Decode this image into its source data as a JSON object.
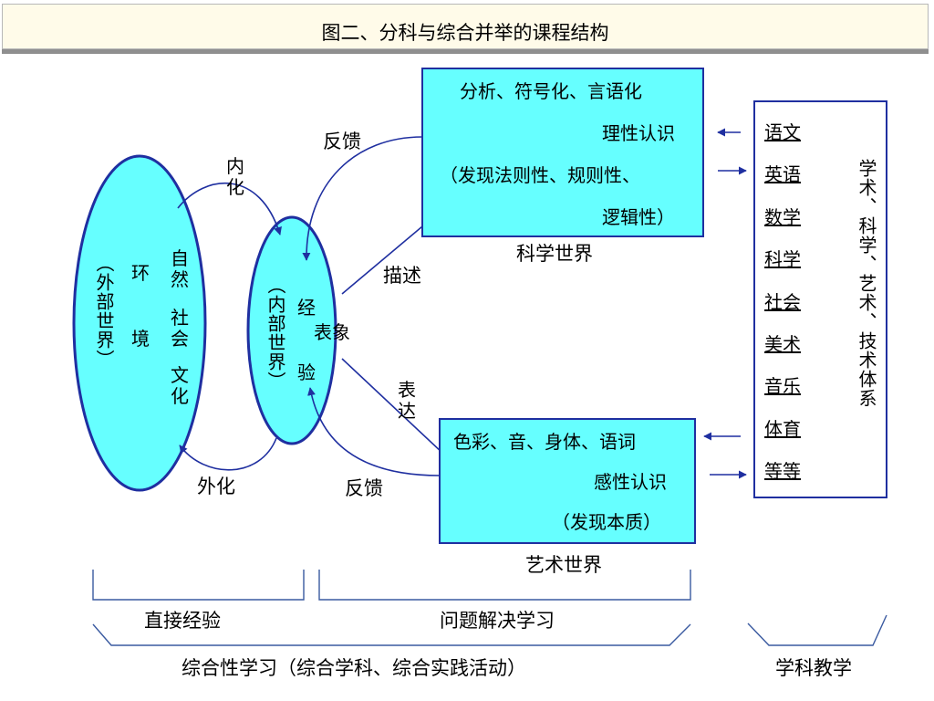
{
  "title": "图二、分科与综合并举的课程结构",
  "science": {
    "lines": [
      "分析、符号化、言语化",
      "理性认识",
      "（发现法则性、规则性、",
      "逻辑性）"
    ],
    "caption": "科学世界"
  },
  "art": {
    "lines": [
      "色彩、音、身体、语词",
      "感性认识",
      "（发现本质）"
    ],
    "caption": "艺术世界"
  },
  "outer": {
    "col1": "（外部世界）",
    "col2_top": "环",
    "col2_bottom": "境",
    "col3_a": "自然",
    "col3_b": "社会",
    "col3_c": "文化"
  },
  "inner": {
    "col1": "（内部世界）",
    "top": "经",
    "bottom": "验",
    "side": "表象"
  },
  "arrows": {
    "internalize": "内化",
    "externalize": "外化",
    "feedback_top": "反馈",
    "feedback_bottom": "反馈",
    "describe": "描述",
    "express": "表达"
  },
  "subjects": {
    "items": [
      "语文",
      "英语",
      "数学",
      "科学",
      "社会",
      "美术",
      "音乐",
      "体育",
      "等等"
    ],
    "side_label": "学术、科学、艺术、技术体系"
  },
  "bottom": {
    "direct": "直接经验",
    "problem": "问题解决学习",
    "integrated": "综合性学习（综合学科、综合实践活动）",
    "subject_teaching": "学科教学"
  },
  "colors": {
    "fill": "#66ffff",
    "stroke": "#1f2fa0",
    "title_bg": "#fffbe9"
  }
}
